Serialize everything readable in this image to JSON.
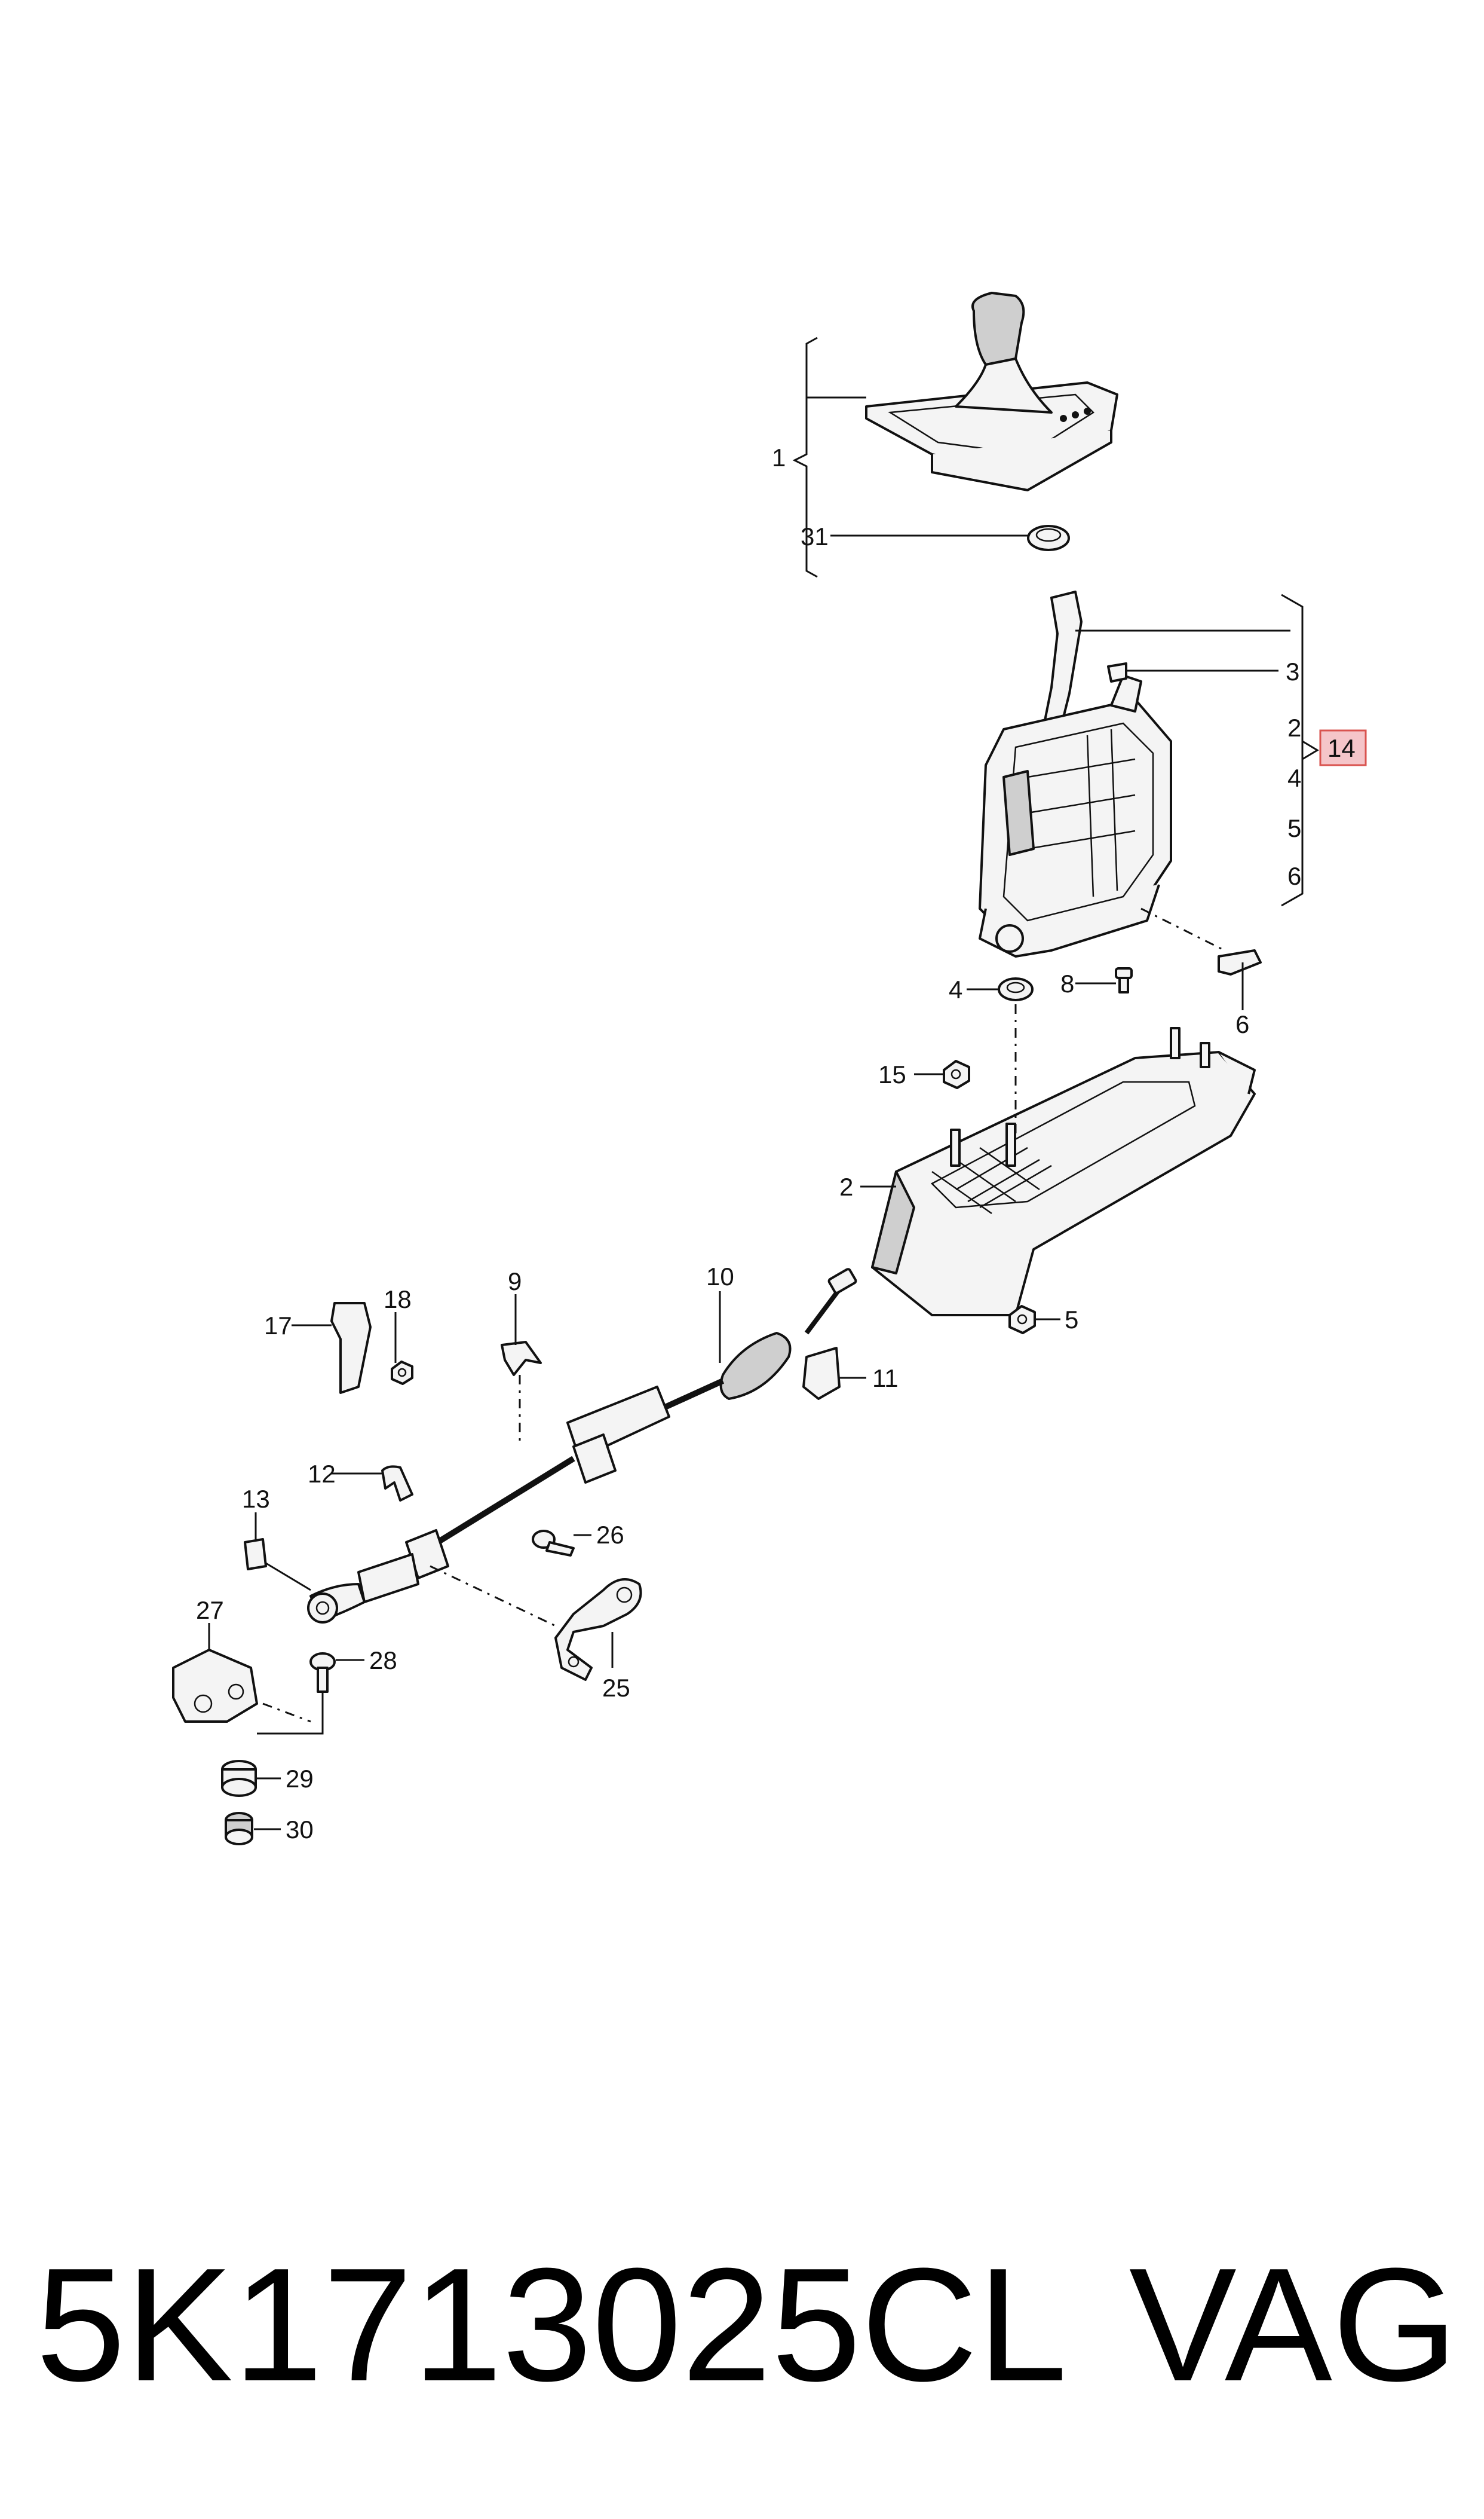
{
  "callouts": {
    "c1": "1",
    "c31": "31",
    "c3": "3",
    "c2_top": "2",
    "c14": "14",
    "c4_top": "4",
    "c5_top": "5",
    "c6_top": "6",
    "c4": "4",
    "c8": "8",
    "c6": "6",
    "c15": "15",
    "c2": "2",
    "c5": "5",
    "c9": "9",
    "c10": "10",
    "c11": "11",
    "c17": "17",
    "c18": "18",
    "c12": "12",
    "c13": "13",
    "c26": "26",
    "c27": "27",
    "c28": "28",
    "c25": "25",
    "c29": "29",
    "c30": "30"
  },
  "footer": {
    "part_number": "5K1713025CL",
    "brand": "VAG"
  },
  "colors": {
    "highlight_box": "#f5c5c9",
    "highlight_border": "#d9534f"
  }
}
